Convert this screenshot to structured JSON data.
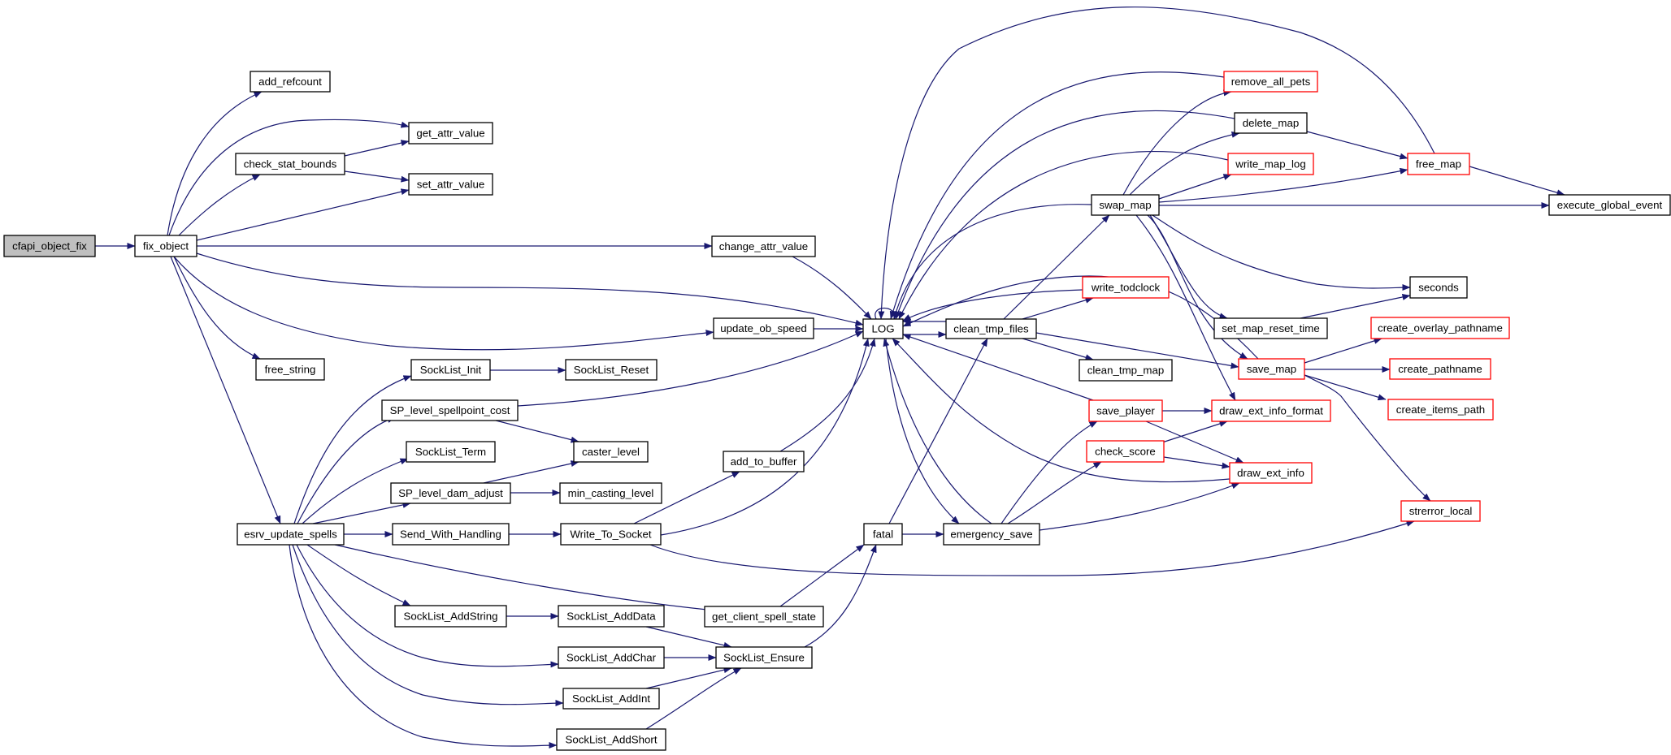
{
  "title": "Call graph of cfapi_object_fix",
  "colors": {
    "edge": "#191970",
    "root_fill": "#bfbfbf",
    "node_fill": "#ffffff",
    "node_border": "#000000",
    "truncated_border": "#ff0000"
  },
  "nodes": [
    {
      "id": "cfapi_object_fix",
      "label": "cfapi_object_fix",
      "kind": "root"
    },
    {
      "id": "fix_object",
      "label": "fix_object",
      "kind": "normal"
    },
    {
      "id": "add_refcount",
      "label": "add_refcount",
      "kind": "normal"
    },
    {
      "id": "get_attr_value",
      "label": "get_attr_value",
      "kind": "normal"
    },
    {
      "id": "check_stat_bounds",
      "label": "check_stat_bounds",
      "kind": "normal"
    },
    {
      "id": "set_attr_value",
      "label": "set_attr_value",
      "kind": "normal"
    },
    {
      "id": "change_attr_value",
      "label": "change_attr_value",
      "kind": "normal"
    },
    {
      "id": "update_ob_speed",
      "label": "update_ob_speed",
      "kind": "normal"
    },
    {
      "id": "free_string",
      "label": "free_string",
      "kind": "normal"
    },
    {
      "id": "esrv_update_spells",
      "label": "esrv_update_spells",
      "kind": "normal"
    },
    {
      "id": "SockList_Init",
      "label": "SockList_Init",
      "kind": "normal"
    },
    {
      "id": "SockList_Reset",
      "label": "SockList_Reset",
      "kind": "normal"
    },
    {
      "id": "SP_level_spellpoint_cost",
      "label": "SP_level_spellpoint_cost",
      "kind": "normal"
    },
    {
      "id": "SockList_Term",
      "label": "SockList_Term",
      "kind": "normal"
    },
    {
      "id": "caster_level",
      "label": "caster_level",
      "kind": "normal"
    },
    {
      "id": "SP_level_dam_adjust",
      "label": "SP_level_dam_adjust",
      "kind": "normal"
    },
    {
      "id": "min_casting_level",
      "label": "min_casting_level",
      "kind": "normal"
    },
    {
      "id": "add_to_buffer",
      "label": "add_to_buffer",
      "kind": "normal"
    },
    {
      "id": "Send_With_Handling",
      "label": "Send_With_Handling",
      "kind": "normal"
    },
    {
      "id": "Write_To_Socket",
      "label": "Write_To_Socket",
      "kind": "normal"
    },
    {
      "id": "SockList_AddString",
      "label": "SockList_AddString",
      "kind": "normal"
    },
    {
      "id": "SockList_AddData",
      "label": "SockList_AddData",
      "kind": "normal"
    },
    {
      "id": "get_client_spell_state",
      "label": "get_client_spell_state",
      "kind": "normal"
    },
    {
      "id": "SockList_AddChar",
      "label": "SockList_AddChar",
      "kind": "normal"
    },
    {
      "id": "SockList_Ensure",
      "label": "SockList_Ensure",
      "kind": "normal"
    },
    {
      "id": "SockList_AddInt",
      "label": "SockList_AddInt",
      "kind": "normal"
    },
    {
      "id": "SockList_AddShort",
      "label": "SockList_AddShort",
      "kind": "normal"
    },
    {
      "id": "LOG",
      "label": "LOG",
      "kind": "normal"
    },
    {
      "id": "clean_tmp_files",
      "label": "clean_tmp_files",
      "kind": "normal"
    },
    {
      "id": "clean_tmp_map",
      "label": "clean_tmp_map",
      "kind": "normal"
    },
    {
      "id": "write_todclock",
      "label": "write_todclock",
      "kind": "truncated"
    },
    {
      "id": "swap_map",
      "label": "swap_map",
      "kind": "normal"
    },
    {
      "id": "remove_all_pets",
      "label": "remove_all_pets",
      "kind": "truncated"
    },
    {
      "id": "delete_map",
      "label": "delete_map",
      "kind": "normal"
    },
    {
      "id": "write_map_log",
      "label": "write_map_log",
      "kind": "truncated"
    },
    {
      "id": "free_map",
      "label": "free_map",
      "kind": "truncated"
    },
    {
      "id": "execute_global_event",
      "label": "execute_global_event",
      "kind": "normal"
    },
    {
      "id": "seconds",
      "label": "seconds",
      "kind": "normal"
    },
    {
      "id": "set_map_reset_time",
      "label": "set_map_reset_time",
      "kind": "normal"
    },
    {
      "id": "save_map",
      "label": "save_map",
      "kind": "truncated"
    },
    {
      "id": "create_overlay_pathname",
      "label": "create_overlay_pathname",
      "kind": "truncated"
    },
    {
      "id": "create_pathname",
      "label": "create_pathname",
      "kind": "truncated"
    },
    {
      "id": "create_items_path",
      "label": "create_items_path",
      "kind": "truncated"
    },
    {
      "id": "draw_ext_info_format",
      "label": "draw_ext_info_format",
      "kind": "truncated"
    },
    {
      "id": "save_player",
      "label": "save_player",
      "kind": "truncated"
    },
    {
      "id": "check_score",
      "label": "check_score",
      "kind": "truncated"
    },
    {
      "id": "draw_ext_info",
      "label": "draw_ext_info",
      "kind": "truncated"
    },
    {
      "id": "strerror_local",
      "label": "strerror_local",
      "kind": "truncated"
    },
    {
      "id": "fatal",
      "label": "fatal",
      "kind": "normal"
    },
    {
      "id": "emergency_save",
      "label": "emergency_save",
      "kind": "normal"
    }
  ],
  "edges": [
    [
      "cfapi_object_fix",
      "fix_object"
    ],
    [
      "fix_object",
      "add_refcount"
    ],
    [
      "fix_object",
      "get_attr_value"
    ],
    [
      "fix_object",
      "check_stat_bounds"
    ],
    [
      "fix_object",
      "set_attr_value"
    ],
    [
      "fix_object",
      "change_attr_value"
    ],
    [
      "fix_object",
      "LOG"
    ],
    [
      "fix_object",
      "update_ob_speed"
    ],
    [
      "fix_object",
      "free_string"
    ],
    [
      "fix_object",
      "esrv_update_spells"
    ],
    [
      "check_stat_bounds",
      "get_attr_value"
    ],
    [
      "check_stat_bounds",
      "set_attr_value"
    ],
    [
      "change_attr_value",
      "LOG"
    ],
    [
      "update_ob_speed",
      "LOG"
    ],
    [
      "esrv_update_spells",
      "SockList_Init"
    ],
    [
      "esrv_update_spells",
      "SP_level_spellpoint_cost"
    ],
    [
      "esrv_update_spells",
      "SockList_Term"
    ],
    [
      "esrv_update_spells",
      "SP_level_dam_adjust"
    ],
    [
      "esrv_update_spells",
      "Send_With_Handling"
    ],
    [
      "esrv_update_spells",
      "get_client_spell_state"
    ],
    [
      "esrv_update_spells",
      "SockList_AddString"
    ],
    [
      "esrv_update_spells",
      "SockList_AddChar"
    ],
    [
      "esrv_update_spells",
      "SockList_AddInt"
    ],
    [
      "esrv_update_spells",
      "SockList_AddShort"
    ],
    [
      "SockList_Init",
      "SockList_Reset"
    ],
    [
      "SP_level_spellpoint_cost",
      "LOG"
    ],
    [
      "SP_level_spellpoint_cost",
      "caster_level"
    ],
    [
      "SP_level_dam_adjust",
      "caster_level"
    ],
    [
      "SP_level_dam_adjust",
      "min_casting_level"
    ],
    [
      "Send_With_Handling",
      "Write_To_Socket"
    ],
    [
      "Write_To_Socket",
      "add_to_buffer"
    ],
    [
      "Write_To_Socket",
      "LOG"
    ],
    [
      "Write_To_Socket",
      "strerror_local"
    ],
    [
      "add_to_buffer",
      "LOG"
    ],
    [
      "SockList_AddString",
      "SockList_AddData"
    ],
    [
      "SockList_AddData",
      "SockList_Ensure"
    ],
    [
      "SockList_AddChar",
      "SockList_Ensure"
    ],
    [
      "SockList_AddInt",
      "SockList_Ensure"
    ],
    [
      "SockList_AddShort",
      "SockList_Ensure"
    ],
    [
      "SockList_Ensure",
      "fatal"
    ],
    [
      "get_client_spell_state",
      "fatal"
    ],
    [
      "fatal",
      "clean_tmp_files"
    ],
    [
      "fatal",
      "emergency_save"
    ],
    [
      "LOG",
      "LOG"
    ],
    [
      "LOG",
      "clean_tmp_files"
    ],
    [
      "LOG",
      "emergency_save"
    ],
    [
      "clean_tmp_files",
      "LOG"
    ],
    [
      "clean_tmp_files",
      "swap_map"
    ],
    [
      "clean_tmp_files",
      "write_todclock"
    ],
    [
      "clean_tmp_files",
      "clean_tmp_map"
    ],
    [
      "clean_tmp_files",
      "save_map"
    ],
    [
      "write_todclock",
      "LOG"
    ],
    [
      "swap_map",
      "LOG"
    ],
    [
      "swap_map",
      "remove_all_pets"
    ],
    [
      "swap_map",
      "delete_map"
    ],
    [
      "swap_map",
      "write_map_log"
    ],
    [
      "swap_map",
      "free_map"
    ],
    [
      "swap_map",
      "execute_global_event"
    ],
    [
      "swap_map",
      "seconds"
    ],
    [
      "swap_map",
      "set_map_reset_time"
    ],
    [
      "swap_map",
      "save_map"
    ],
    [
      "swap_map",
      "draw_ext_info_format"
    ],
    [
      "remove_all_pets",
      "LOG"
    ],
    [
      "delete_map",
      "LOG"
    ],
    [
      "delete_map",
      "free_map"
    ],
    [
      "write_map_log",
      "LOG"
    ],
    [
      "free_map",
      "LOG"
    ],
    [
      "free_map",
      "execute_global_event"
    ],
    [
      "set_map_reset_time",
      "seconds"
    ],
    [
      "save_map",
      "LOG"
    ],
    [
      "save_map",
      "create_overlay_pathname"
    ],
    [
      "save_map",
      "create_pathname"
    ],
    [
      "save_map",
      "create_items_path"
    ],
    [
      "save_map",
      "strerror_local"
    ],
    [
      "emergency_save",
      "LOG"
    ],
    [
      "emergency_save",
      "save_player"
    ],
    [
      "emergency_save",
      "check_score"
    ],
    [
      "emergency_save",
      "draw_ext_info"
    ],
    [
      "save_player",
      "LOG"
    ],
    [
      "save_player",
      "draw_ext_info_format"
    ],
    [
      "save_player",
      "draw_ext_info"
    ],
    [
      "check_score",
      "draw_ext_info_format"
    ],
    [
      "check_score",
      "draw_ext_info"
    ],
    [
      "draw_ext_info",
      "LOG"
    ]
  ]
}
